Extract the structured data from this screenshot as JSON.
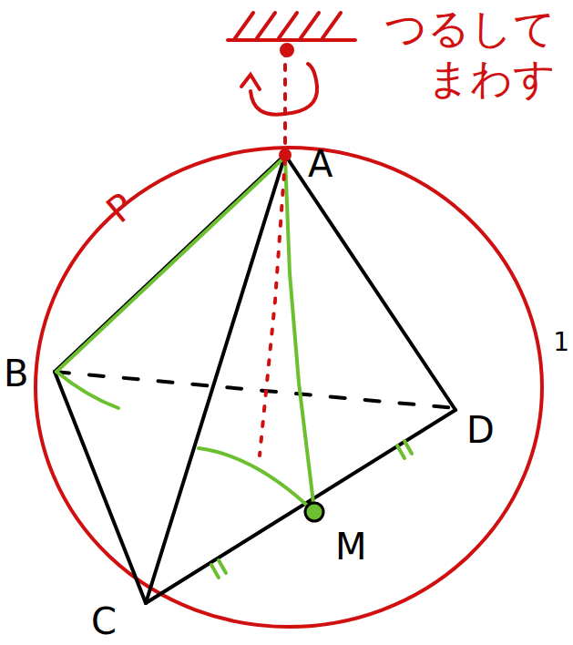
{
  "diagram": {
    "labels": [
      "つるして まわす",
      "A",
      "P",
      "B",
      "D",
      "M",
      "C",
      "1"
    ]
  }
}
